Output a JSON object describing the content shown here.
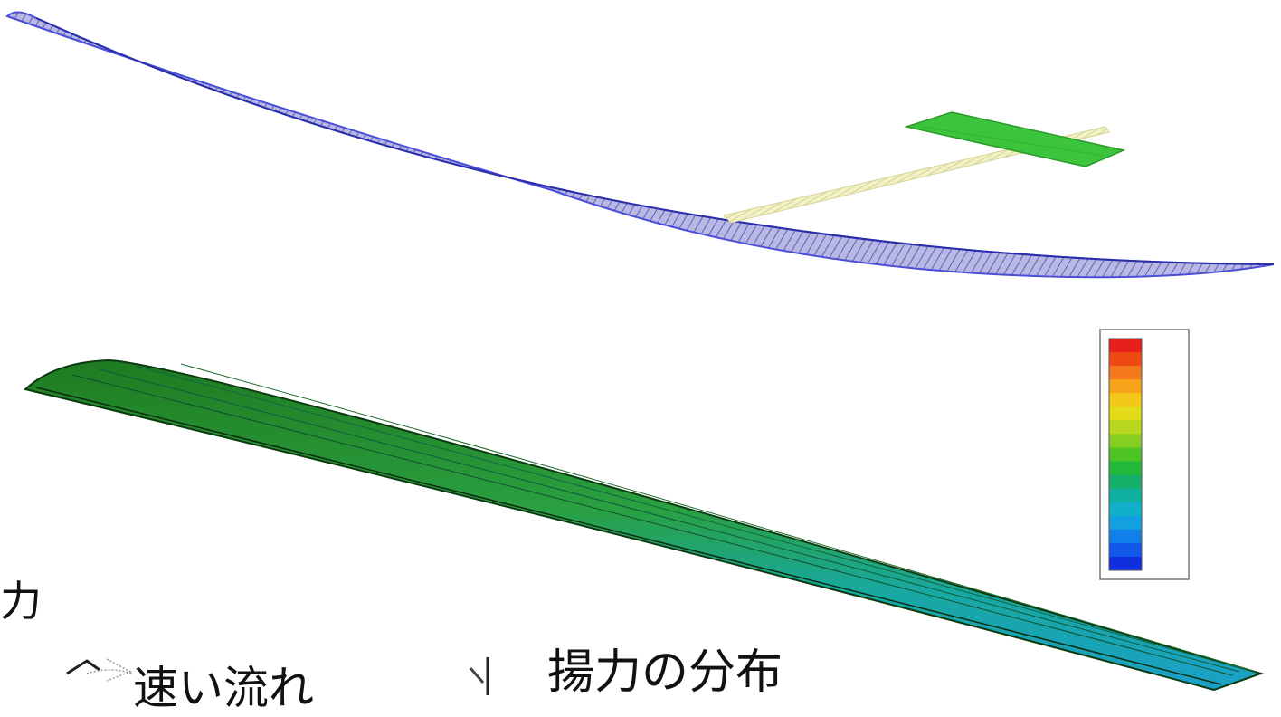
{
  "labels": {
    "lift_partial": "力",
    "fast_flow": "速い流れ",
    "lift_distribution": "揚力の分布"
  },
  "legend": {
    "title": "",
    "ticks": []
  },
  "colors": {
    "wing_mesh": "#4b4fd8",
    "wing_mesh_line": "#2a2ea8",
    "boom": "#e6e6a8",
    "tail": "#3cc43c",
    "contour_top": "#1f7a20",
    "contour_mid": "#14a7a0",
    "contour_low": "#1aa0c8",
    "legend_scale": [
      "#e8201c",
      "#f04a14",
      "#f4781c",
      "#f6a41a",
      "#f4c81a",
      "#e2dc18",
      "#b8d820",
      "#86ce20",
      "#4ec424",
      "#22b83a",
      "#14b06a",
      "#10b0a0",
      "#10b0c8",
      "#12a0e0",
      "#1080e8",
      "#1058e8",
      "#1030e0"
    ]
  },
  "icons": {
    "flow_arrow": "dotted-arrow-icon",
    "down_arrow": "down-arrow-icon"
  }
}
